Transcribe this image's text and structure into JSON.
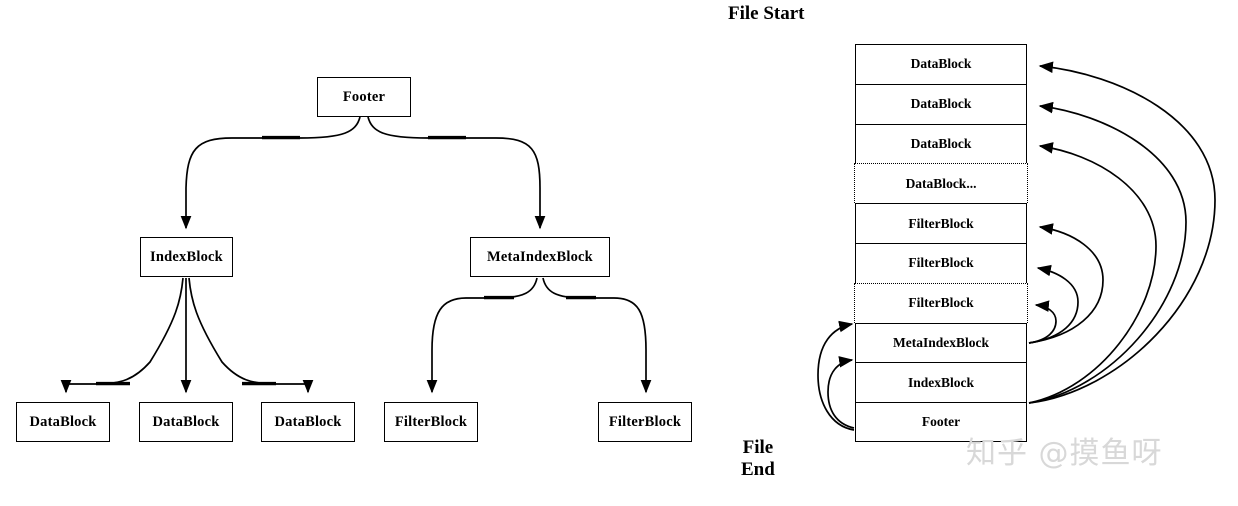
{
  "diagram": {
    "title_not_shown": "",
    "tree": {
      "root": {
        "label": "Footer"
      },
      "level2": [
        {
          "label": "IndexBlock"
        },
        {
          "label": "MetaIndexBlock"
        }
      ],
      "level3": [
        {
          "label": "DataBlock"
        },
        {
          "label": "DataBlock"
        },
        {
          "label": "DataBlock"
        },
        {
          "label": "FilterBlock"
        },
        {
          "label": "FilterBlock"
        }
      ]
    },
    "file_layout": {
      "start_label": "File Start",
      "end_label": "File\nEnd",
      "rows": [
        {
          "label": "DataBlock",
          "style": "solid",
          "has_arrow_target": true
        },
        {
          "label": "DataBlock",
          "style": "solid",
          "has_arrow_target": true
        },
        {
          "label": "DataBlock",
          "style": "solid",
          "has_arrow_target": true
        },
        {
          "label": "DataBlock...",
          "style": "dotted",
          "has_arrow_target": false
        },
        {
          "label": "FilterBlock",
          "style": "solid",
          "has_arrow_target": true
        },
        {
          "label": "FilterBlock",
          "style": "solid",
          "has_arrow_target": true
        },
        {
          "label": "FilterBlock",
          "style": "dotted",
          "has_arrow_target": true
        },
        {
          "label": "MetaIndexBlock",
          "style": "solid",
          "has_arrow_target": true
        },
        {
          "label": "IndexBlock",
          "style": "solid",
          "has_arrow_target": true
        },
        {
          "label": "Footer",
          "style": "solid",
          "has_arrow_target": false
        }
      ]
    }
  },
  "watermark": {
    "text": "知乎 @摸鱼呀"
  },
  "colors": {
    "stroke": "#000000",
    "background": "#ffffff",
    "watermark": "#d8d8d8"
  }
}
